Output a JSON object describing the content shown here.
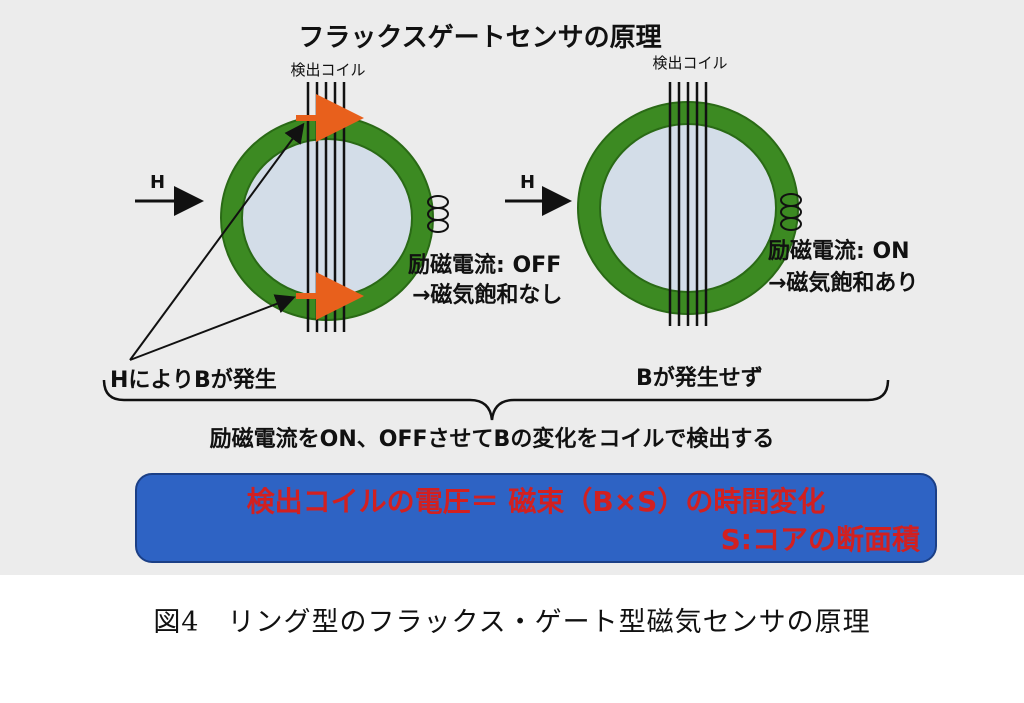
{
  "title": "フラックスゲートセンサの原理",
  "left": {
    "coil_label": "検出コイル",
    "field_label": "H",
    "current_line1": "励磁電流: OFF",
    "current_line2": "→磁気飽和なし",
    "result": "HによりBが発生"
  },
  "right": {
    "coil_label": "検出コイル",
    "field_label": "H",
    "current_line1": "励磁電流: ON",
    "current_line2": "→磁気飽和あり",
    "result": "Bが発生せず"
  },
  "summary": "励磁電流をON、OFFさせてBの変化をコイルで検出する",
  "formula": {
    "line1": "検出コイルの電圧＝ 磁束（B×S）の時間変化",
    "line2": "S:コアの断面積"
  },
  "caption": "図4　リング型のフラックス・ゲート型磁気センサの原理",
  "colors": {
    "ring": "#3c8a22",
    "ring_highlight": "#5aa83a",
    "core": "#d3dde8",
    "arrow_flux": "#e8601c",
    "formula_box": "#2e63c4",
    "formula_text": "#d22020"
  }
}
